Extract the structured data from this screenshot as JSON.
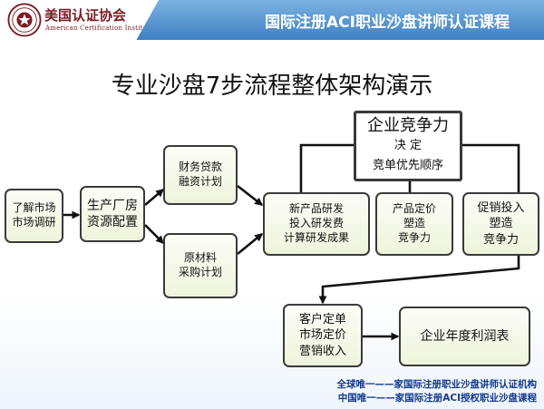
{
  "header": {
    "org_name": "美国认证协会",
    "org_subtitle": "American Certification Institute",
    "course_title": "国际注册ACI职业沙盘讲师认证课程"
  },
  "title": "专业沙盘7步流程整体架构演示",
  "nodes": {
    "market_survey": [
      "了解市场",
      "市场调研"
    ],
    "plant_config": [
      "生产厂房",
      "资源配置"
    ],
    "finance_plan": [
      "财务贷款",
      "融资计划"
    ],
    "material_plan": [
      "原材料",
      "采购计划"
    ],
    "product_rnd": [
      "新产品研发",
      "投入研发费",
      "计算研发成果"
    ],
    "competitiveness": {
      "title": "企业竞争力",
      "lines": [
        "决 定",
        "竞单优先顺序"
      ]
    },
    "pricing": [
      "产品定价",
      "塑造",
      "竞争力"
    ],
    "promotion": [
      "促销投入",
      "塑造",
      "竞争力"
    ],
    "customer_orders": [
      "客户定单",
      "市场定价",
      "营销收入"
    ],
    "annual_profit": [
      "企业年度利润表"
    ]
  },
  "footer": [
    "全球唯一——家国际注册职业沙盘讲师认证机构",
    "中国唯一——家国际注册ACI授权职业沙盘课程"
  ],
  "colors": {
    "header_blue": "#4a8bcb",
    "org_red": "#7a1d24",
    "footer_text": "#123a8c",
    "box_fill": "#eef4db",
    "line": "#111111"
  }
}
